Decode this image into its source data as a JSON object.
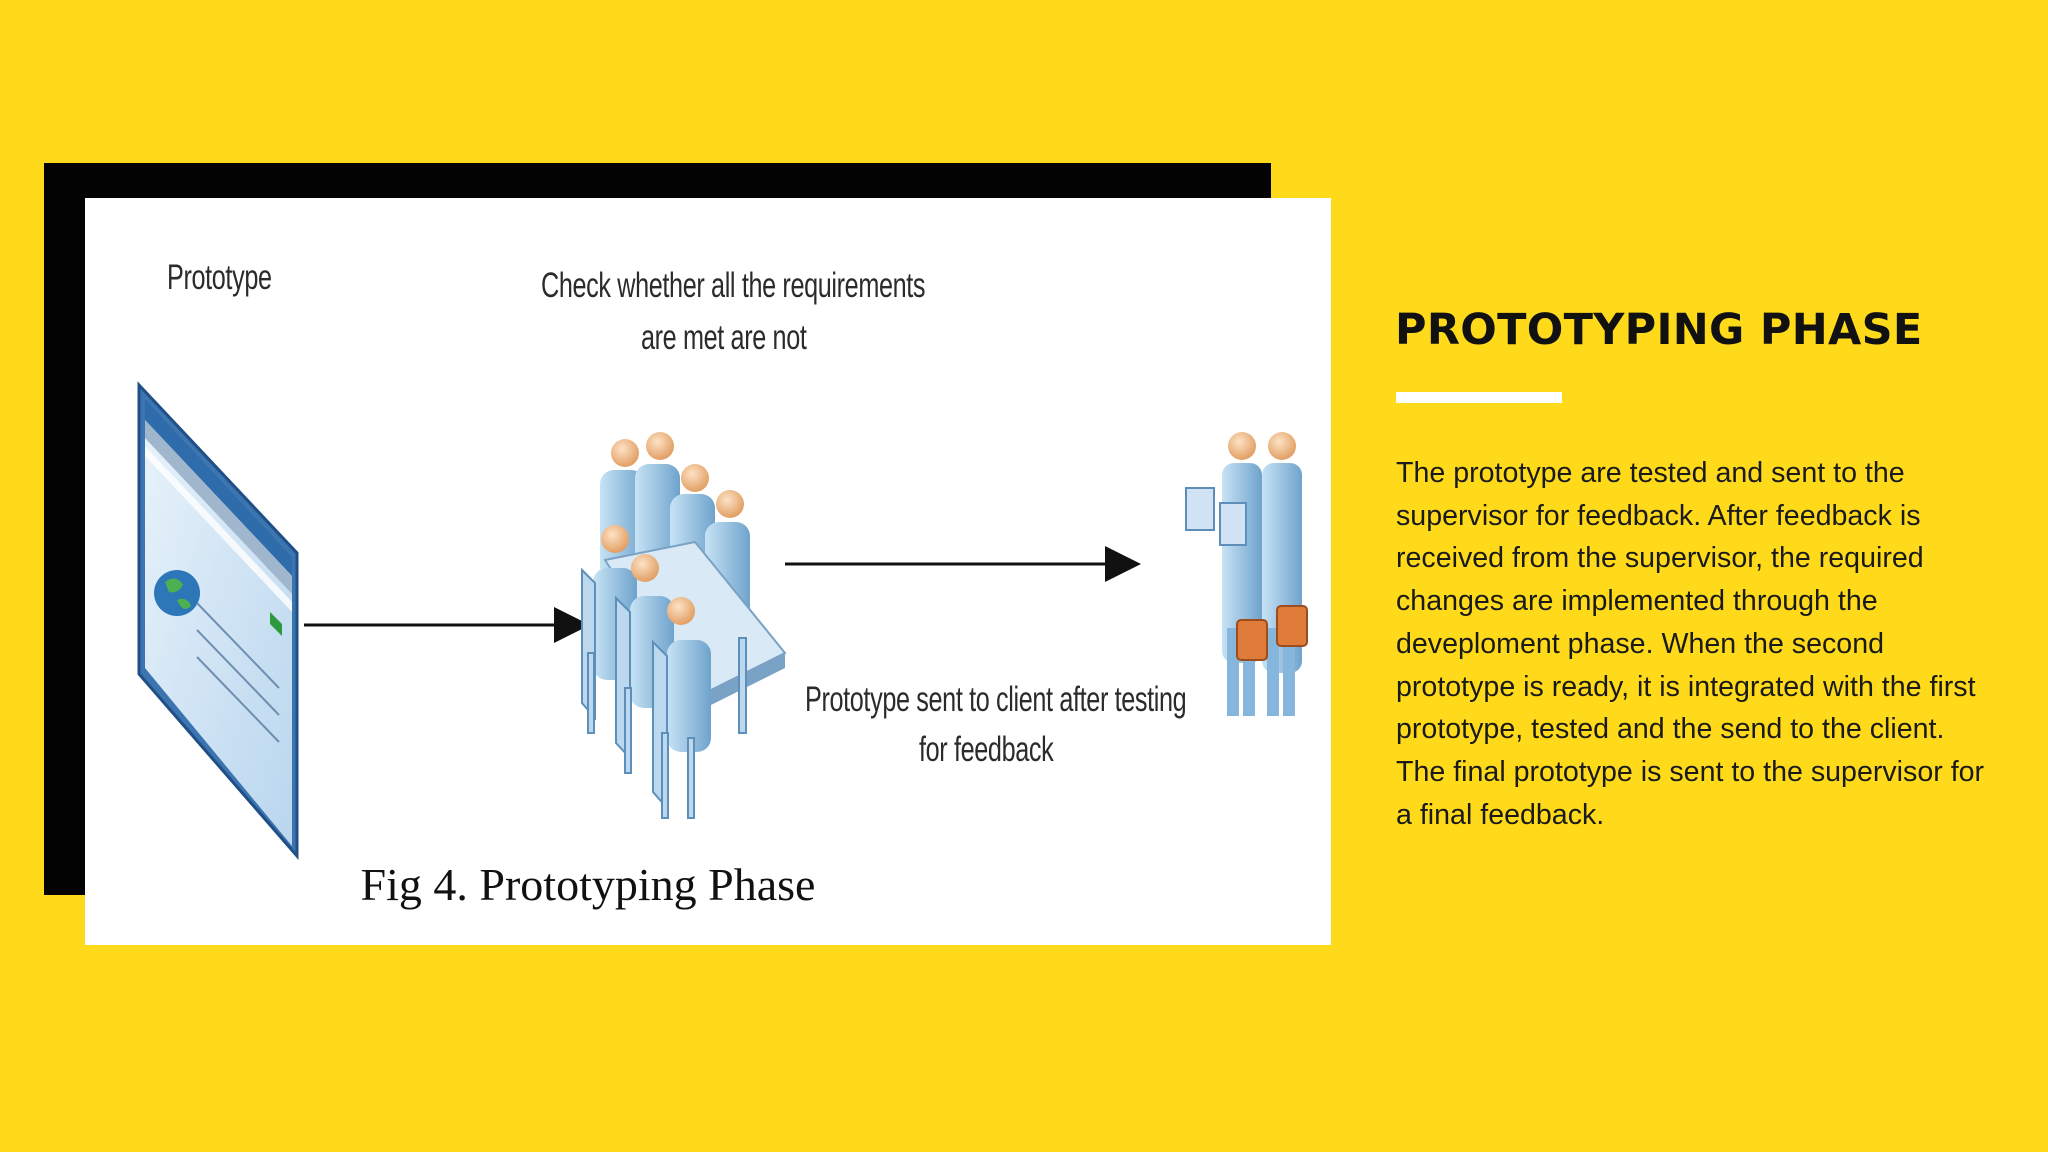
{
  "figure": {
    "label_prototype": "Prototype",
    "label_check_line1": "Check whether all the requirements",
    "label_check_line2": "are met are not",
    "label_sent_line1": "Prototype sent to client after testing",
    "label_sent_line2": "for feedback",
    "caption": "Fig 4. Prototyping Phase"
  },
  "slide": {
    "title": "PROTOTYPING PHASE",
    "body_lines": [
      "The prototype are tested and sent to the",
      "supervisor for feedback. After feedback is",
      "received from the supervisor, the required",
      "changes are implemented through the",
      "deveploment phase. When the second",
      "prototype is ready, it is integrated with the first",
      "prototype, tested and the send to the client.",
      "The final prototype is sent to the supervisor for",
      "a final feedback."
    ]
  },
  "colors": {
    "background": "#FFDA1A",
    "panel": "#030303",
    "card": "#FFFFFF",
    "accent_underline": "#FFFFFF"
  }
}
